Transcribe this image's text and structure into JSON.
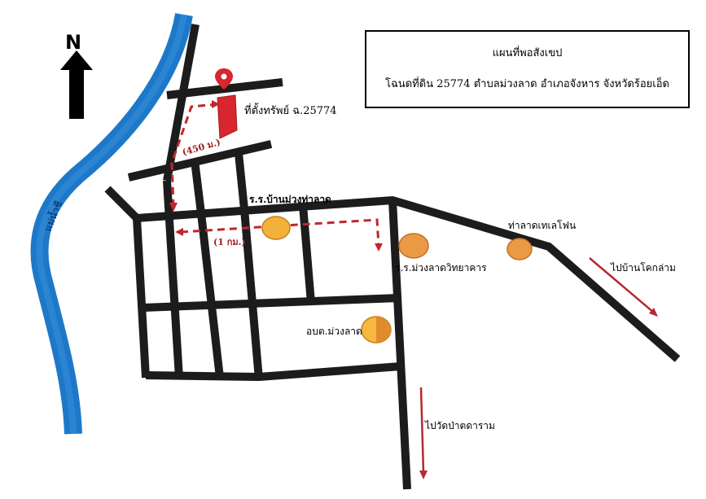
{
  "title_box": {
    "title": "แผนที่พอสังเขป",
    "subtitle": "โฉนดที่ดิน 25774 ตำบลม่วงลาด  อำเภอจังหาร  จังหวัดร้อยเอ็ด"
  },
  "north_arrow": {
    "label": "N",
    "icon": "north-arrow-icon"
  },
  "river": {
    "label": "แม่น้ำชี",
    "color": "#1d78c9"
  },
  "property": {
    "label": "ที่ตั้งทรัพย์ ฉ.25774",
    "color": "#d8262e",
    "marker": "map-pin-icon"
  },
  "routes": {
    "short_distance": "(450 ม.)",
    "long_distance": "(1 กม.)"
  },
  "places": {
    "school_tha_lat": "ร.ร.บ้านม่วงท่าลาด",
    "school_wittayakarn": "ร.ร.ม่วงลาดวิทยาคาร",
    "telephone": "ท่าลาดเทเลโฟน",
    "sao": "อบต.ม่วงลาด"
  },
  "directions": {
    "to_khok_lam": "ไปบ้านโคกล่าม",
    "to_pa_tod": "ไปวัดป่าตดาราม"
  },
  "colors": {
    "road": "#1c1c1c",
    "route": "#c0272d",
    "landmark": "#f0a133"
  }
}
